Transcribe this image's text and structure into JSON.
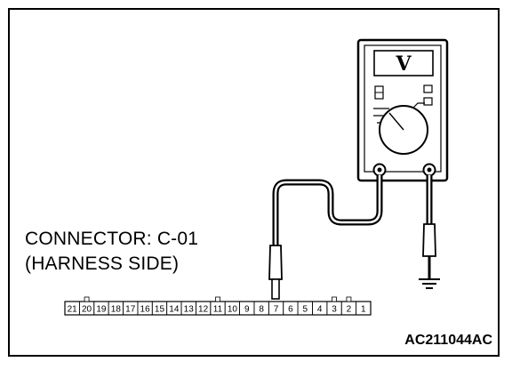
{
  "connector": {
    "name": "CONNECTOR: C-01",
    "side": "(HARNESS SIDE)",
    "pins": [
      "21",
      "20",
      "19",
      "18",
      "17",
      "16",
      "15",
      "14",
      "13",
      "12",
      "11",
      "10",
      "9",
      "8",
      "7",
      "6",
      "5",
      "4",
      "3",
      "2",
      "1"
    ],
    "probed_pin": "7"
  },
  "meter": {
    "display": "V"
  },
  "figure_id": "AC211044AC"
}
